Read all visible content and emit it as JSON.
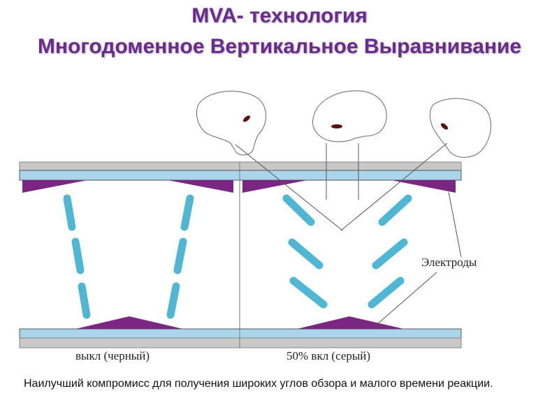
{
  "title": {
    "line1": "MVA- технология",
    "line2": "Многодоменное Вертикальное Выравнивание"
  },
  "diagram": {
    "electrodes_label": "Электроды",
    "left_caption": "выкл (черный)",
    "right_caption": "50% вкл (серый)"
  },
  "footer": {
    "text": "Наилучший компромисс для получения широких углов обзора и малого времени реакции."
  },
  "colors": {
    "title": "#6b2a8f",
    "electrode": "#7b2682",
    "molecule": "#4fb7d3",
    "glass": "#c8c8c8",
    "glass_blue": "#a9d6ea"
  }
}
